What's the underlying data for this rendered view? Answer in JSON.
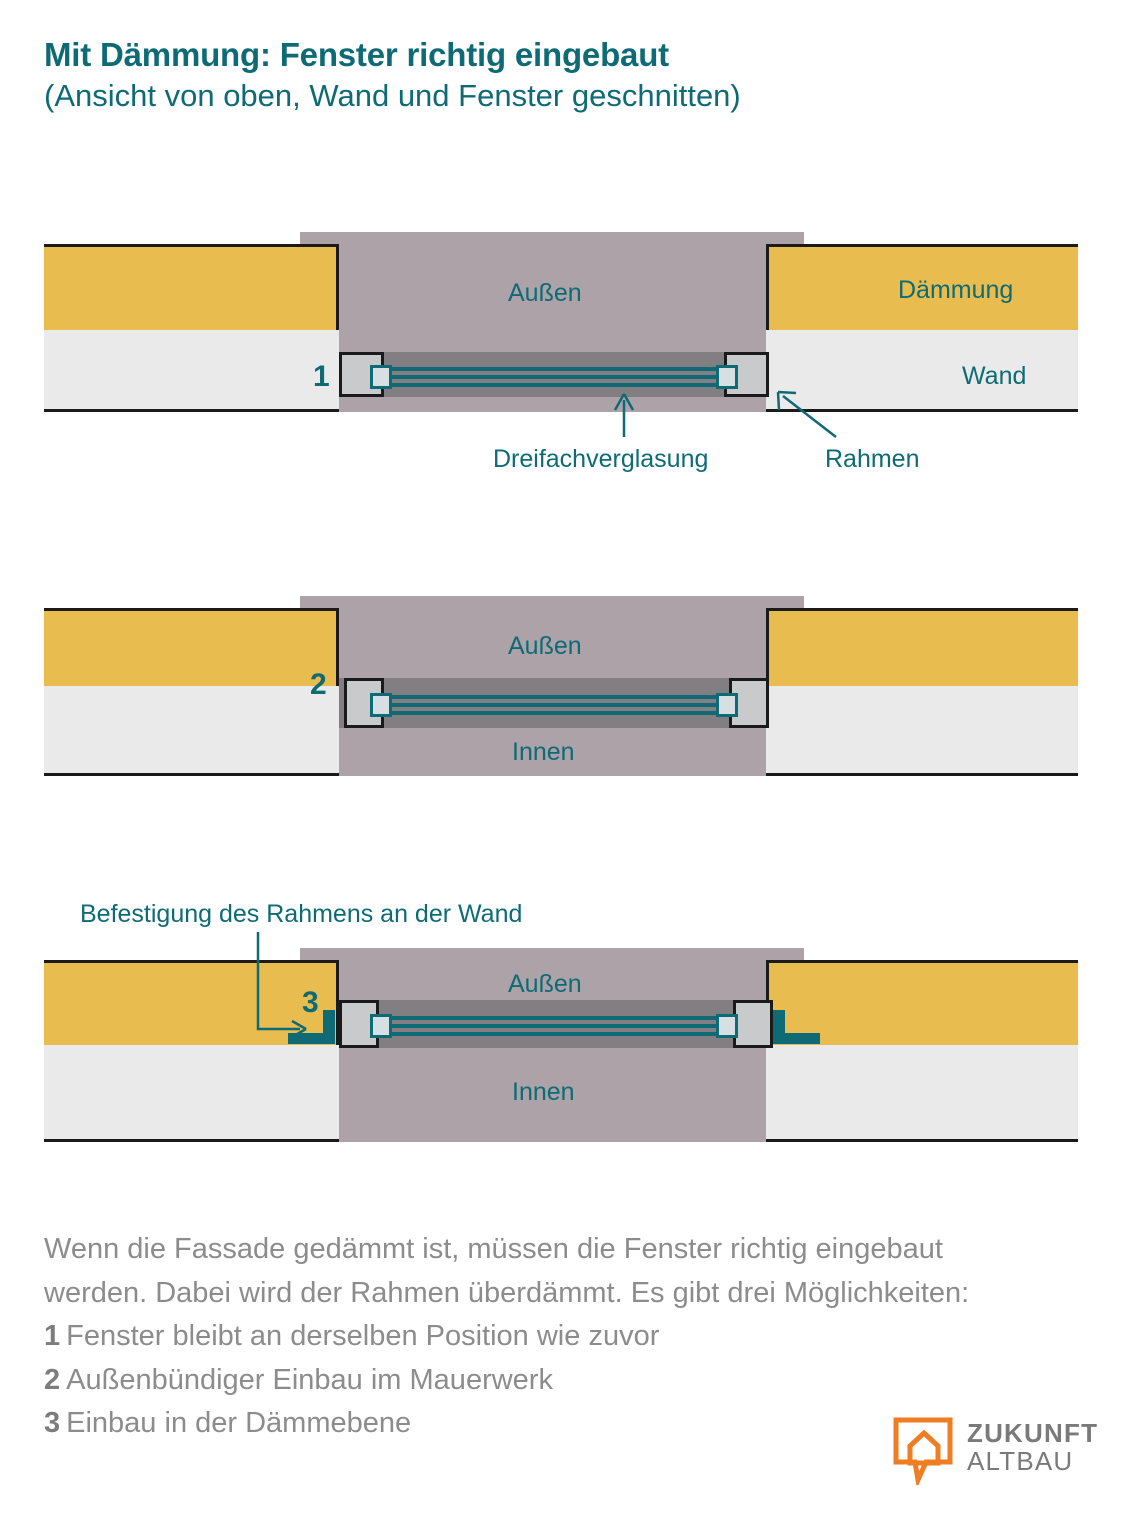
{
  "header": {
    "title": "Mit Dämmung: Fenster richtig eingebaut",
    "subtitle": "(Ansicht von oben, Wand und Fenster geschnitten)"
  },
  "colors": {
    "teal": "#0e6b75",
    "insulation_yellow": "#e8bc4e",
    "wall_gray": "#eaeaea",
    "outside_mauve": "#aca2a8",
    "reveal_dark": "#827e82",
    "frame_gray": "#c8cacc",
    "body_text_gray": "#8c8c8c",
    "logo_orange": "#ef7d22",
    "logo_gray": "#7a7a7a"
  },
  "diagrams": [
    {
      "number": "1",
      "labels": {
        "outside": "Außen",
        "insulation": "Dämmung",
        "wall": "Wand"
      },
      "callouts": [
        {
          "name": "glazing",
          "text": "Dreifachverglasung"
        },
        {
          "name": "frame",
          "text": "Rahmen"
        }
      ]
    },
    {
      "number": "2",
      "labels": {
        "outside": "Außen",
        "inside": "Innen"
      },
      "callouts": []
    },
    {
      "number": "3",
      "labels": {
        "outside": "Außen",
        "inside": "Innen"
      },
      "callouts": [
        {
          "name": "fastening",
          "text": "Befestigung des Rahmens an der Wand"
        }
      ]
    }
  ],
  "body": {
    "paragraph": "Wenn die Fassade gedämmt ist, müssen die Fenster richtig eingebaut werden. Dabei wird der Rahmen überdämmt. Es gibt drei Möglichkeiten:",
    "items": [
      {
        "number": "1",
        "text": "Fenster bleibt an derselben Position wie zuvor"
      },
      {
        "number": "2",
        "text": "Außenbündiger Einbau im Mauerwerk"
      },
      {
        "number": "3",
        "text": "Einbau in der Dämmebene"
      }
    ]
  },
  "logo": {
    "name": "zukunft-altbau",
    "line1": "ZUKUNFT",
    "line2": "ALTBAU",
    "icon": "speech-bubble-house-icon"
  }
}
